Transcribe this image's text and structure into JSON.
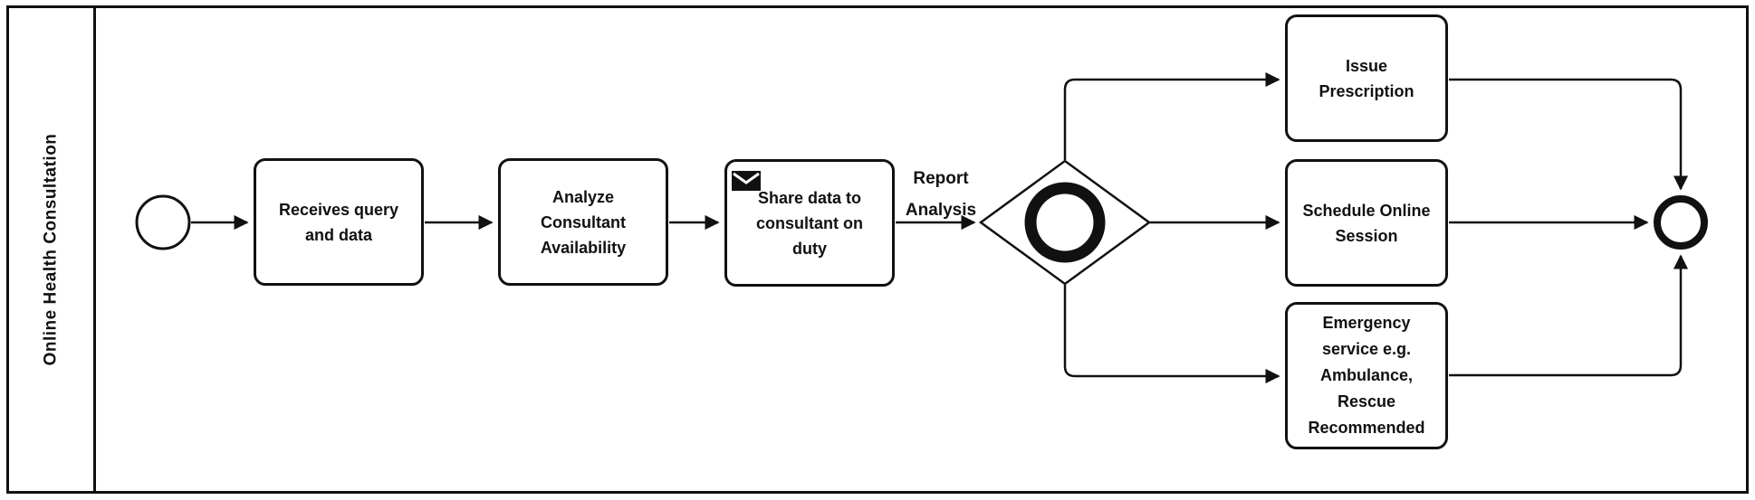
{
  "diagram": {
    "type": "bpmn-process",
    "pool": {
      "label": "Online Health Consultation"
    },
    "events": {
      "start": {
        "name": "start-event"
      },
      "end": {
        "name": "end-event"
      }
    },
    "tasks": {
      "receive": {
        "label": "Receives query\nand data"
      },
      "analyze": {
        "label": "Analyze\nConsultant\nAvailability"
      },
      "share": {
        "label": "Share data to\nconsultant on\nduty",
        "icon": "message-envelope-icon"
      },
      "prescription": {
        "label": "Issue\nPrescription"
      },
      "schedule": {
        "label": "Schedule Online\nSession"
      },
      "emergency": {
        "label": "Emergency\nservice e.g.\nAmbulance,\nRescue\nRecommended"
      }
    },
    "gateway": {
      "type": "inclusive-gateway"
    },
    "flow_labels": {
      "report_analysis": "Report\nAnalysis"
    },
    "colors": {
      "stroke": "#111111",
      "background": "#ffffff"
    }
  }
}
